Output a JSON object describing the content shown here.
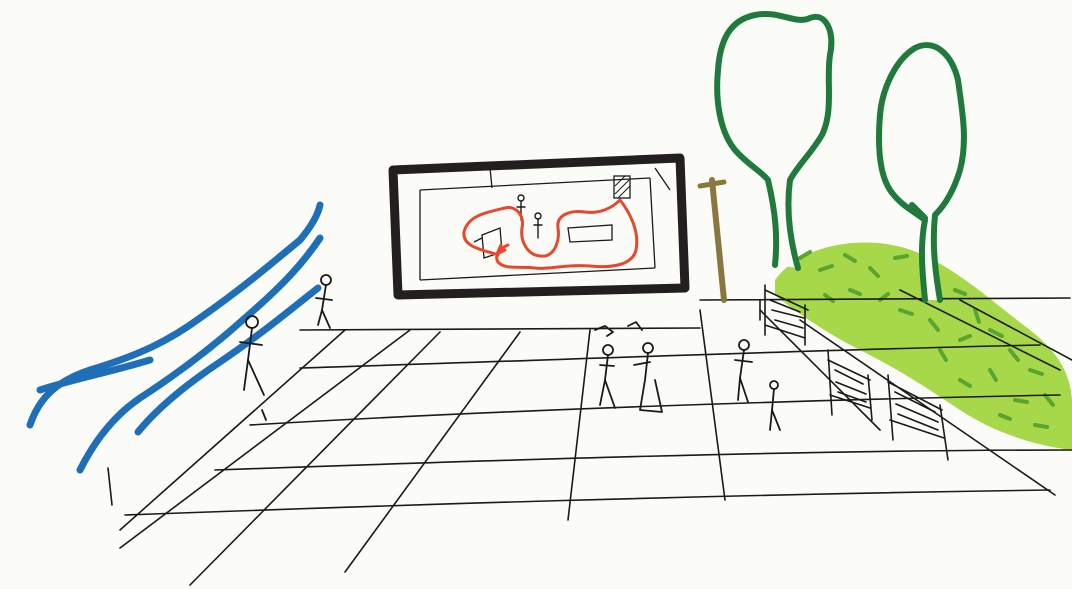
{
  "scene": {
    "description_text": "",
    "colors": {
      "ink": "#1a1a1a",
      "frame": "#231f20",
      "river": "#1f6fb8",
      "tree": "#1f7a3c",
      "grass_light": "#9bd13a",
      "grass_dark": "#4f9a2c",
      "path": "#e8472c",
      "post": "#8a7740",
      "paper": "#fbfbf8"
    },
    "elements": [
      "river-strokes",
      "ground-grid",
      "building-window",
      "wayfinding-path",
      "wooden-post",
      "trees",
      "grass-slope",
      "fences",
      "people-figures"
    ]
  }
}
